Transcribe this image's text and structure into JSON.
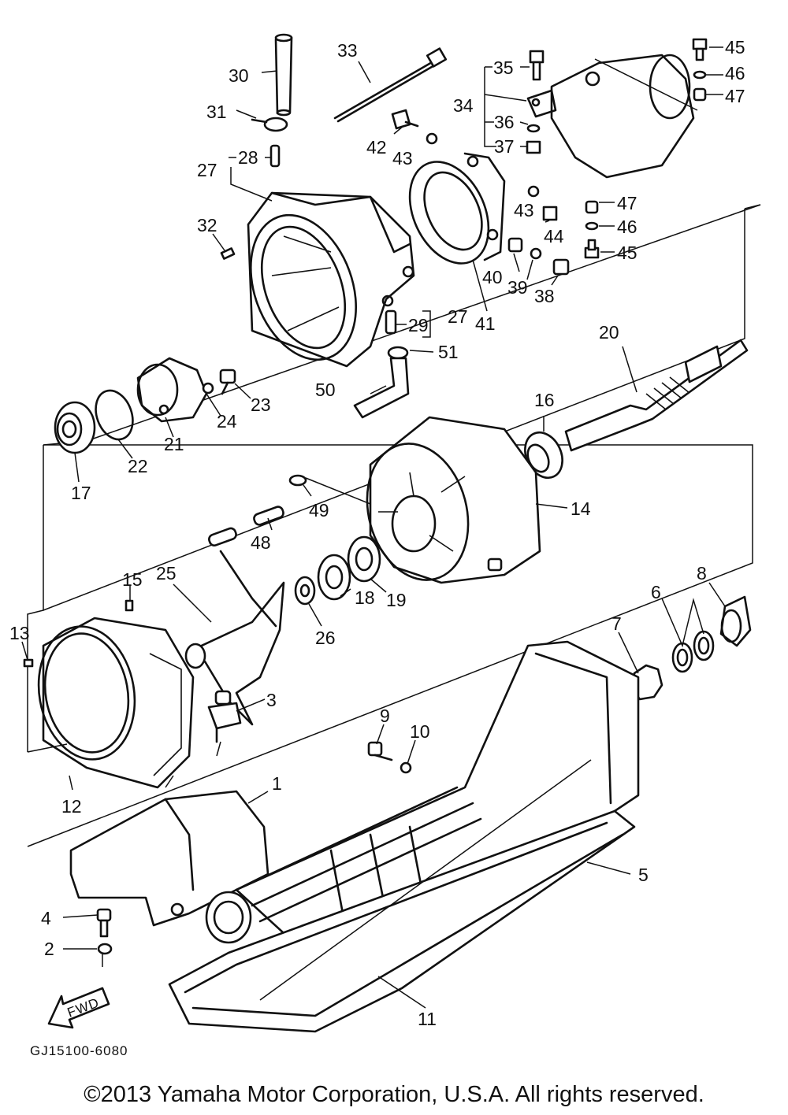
{
  "diagram": {
    "part_numbers": {
      "p1": "1",
      "p2": "2",
      "p3": "3",
      "p4": "4",
      "p5": "5",
      "p6": "6",
      "p7": "7",
      "p8": "8",
      "p9": "9",
      "p10": "10",
      "p11": "11",
      "p12": "12",
      "p13": "13",
      "p14": "14",
      "p15": "15",
      "p16": "16",
      "p17": "17",
      "p18": "18",
      "p19": "19",
      "p20": "20",
      "p21": "21",
      "p22": "22",
      "p23": "23",
      "p24": "24",
      "p25": "25",
      "p26": "26",
      "p27": "27",
      "p28": "28",
      "p29": "29",
      "p30": "30",
      "p31": "31",
      "p32": "32",
      "p33": "33",
      "p34": "34",
      "p35": "35",
      "p36": "36",
      "p37": "37",
      "p38": "38",
      "p39": "39",
      "p40": "40",
      "p41": "41",
      "p42": "42",
      "p43": "43",
      "p44": "44",
      "p45": "45",
      "p46": "46",
      "p47": "47",
      "p48": "48",
      "p49": "49",
      "p50": "50",
      "p51": "51"
    },
    "fwd_arrow_label": "FWD",
    "diagram_code": "GJ15100-6080"
  },
  "footer": {
    "copyright": "©2013 Yamaha Motor Corporation, U.S.A. All rights reserved."
  }
}
